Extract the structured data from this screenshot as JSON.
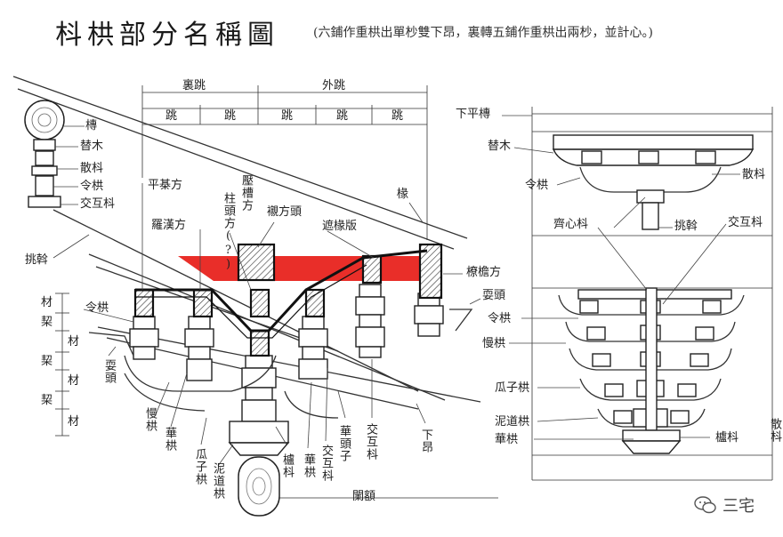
{
  "title": "枓栱部分名稱圖",
  "subtitle": "(六鋪作重栱出單杪雙下昂，裏轉五鋪作重栱出兩杪，並計心。)",
  "dimensions": {
    "inner": "裏跳",
    "outer": "外跳",
    "jump": "跳"
  },
  "section_labels": {
    "tuan": "槫",
    "timu": "替木",
    "sandou": "散枓",
    "linggong": "令栱",
    "jiaohudou": "交互枓",
    "tiaowo": "挑斡",
    "pingqifang": "平棊方",
    "luohanfang": "羅漢方",
    "yacaofang": "壓槽方",
    "zhutoufang": "柱頭方(?)",
    "chenfangtou": "襯方頭",
    "zheyuanban": "遮椽版",
    "yuan": "椽",
    "liaoyanfang": "橑檐方",
    "shuatou": "耍頭",
    "linggong2": "令栱",
    "shuatou_left": "耍頭",
    "mangong": "慢栱",
    "huagong": "華栱",
    "guazigong": "瓜子栱",
    "nidaogong": "泥道栱",
    "ludou": "櫨枓",
    "huagong2": "華栱",
    "jiaohudou2": "交互枓",
    "huatouzi": "華頭子",
    "jiaohudou3": "交互枓",
    "xiaang": "下昂",
    "lan_e": "闌額"
  },
  "cai_labels": [
    "材",
    "栔",
    "材",
    "栔",
    "材",
    "栔",
    "材"
  ],
  "elevation_labels": {
    "xiapingtuan": "下平槫",
    "timu": "替木",
    "sandou": "散枓",
    "linggong": "令栱",
    "qixindou": "齊心枓",
    "tiaowo": "挑斡",
    "jiaohudou": "交互枓",
    "liaoyanfang": "橑檐方",
    "shuatou": "耍頭",
    "linggong2": "令栱",
    "mangong": "慢栱",
    "guazigong": "瓜子栱",
    "nidaogong": "泥道栱",
    "huagong": "華栱",
    "ludou": "櫨枓",
    "sandou2": "散枓"
  },
  "watermark": "三宅",
  "colors": {
    "highlight": "#e8231e",
    "line": "#222222"
  }
}
